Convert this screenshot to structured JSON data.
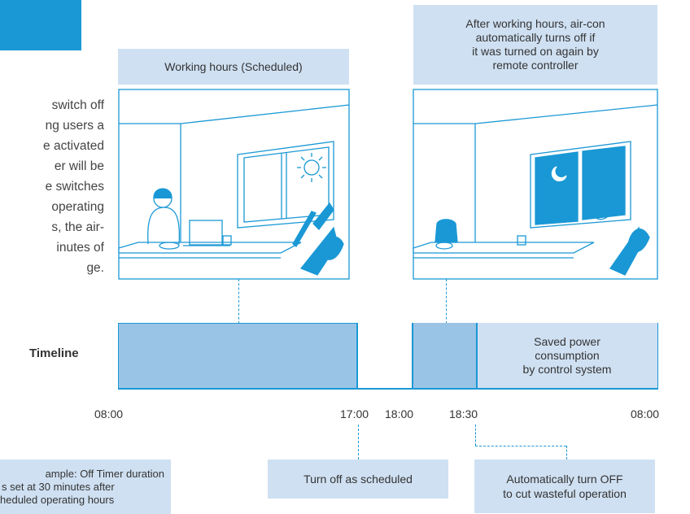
{
  "top_left_tab": {
    "color": "#1a98d5"
  },
  "intro_text_lines": [
    "switch off",
    "ng users a",
    "e activated",
    "er will be",
    "e switches",
    " operating",
    "s, the air-",
    "inutes of",
    "ge."
  ],
  "scenes": {
    "working": {
      "caption": "Working hours (Scheduled)",
      "sun_icon": "sun-icon",
      "person": "person-on-phone"
    },
    "after": {
      "caption_lines": [
        "After working hours, air-con",
        "automatically turns off if",
        "it was turned on again by",
        "remote controller"
      ],
      "moon_icon": "moon-icon"
    }
  },
  "timeline": {
    "label": "Timeline",
    "saved_power_lines": [
      "Saved power",
      "consumption",
      "by control system"
    ],
    "ticks": [
      "08:00",
      "17:00",
      "18:00",
      "18:30",
      "08:00"
    ],
    "colors": {
      "working": "#9ac4e6",
      "overtime": "#9ac4e6",
      "saved": "#cfe0f2",
      "border": "#1a98d5"
    }
  },
  "callouts": {
    "example_lines": [
      "ample: Off Timer duration",
      "s set at 30 minutes after",
      "heduled operating hours"
    ],
    "scheduled_off": "Turn off as scheduled",
    "auto_off_lines": [
      "Automatically turn OFF",
      "to cut wasteful operation"
    ]
  }
}
